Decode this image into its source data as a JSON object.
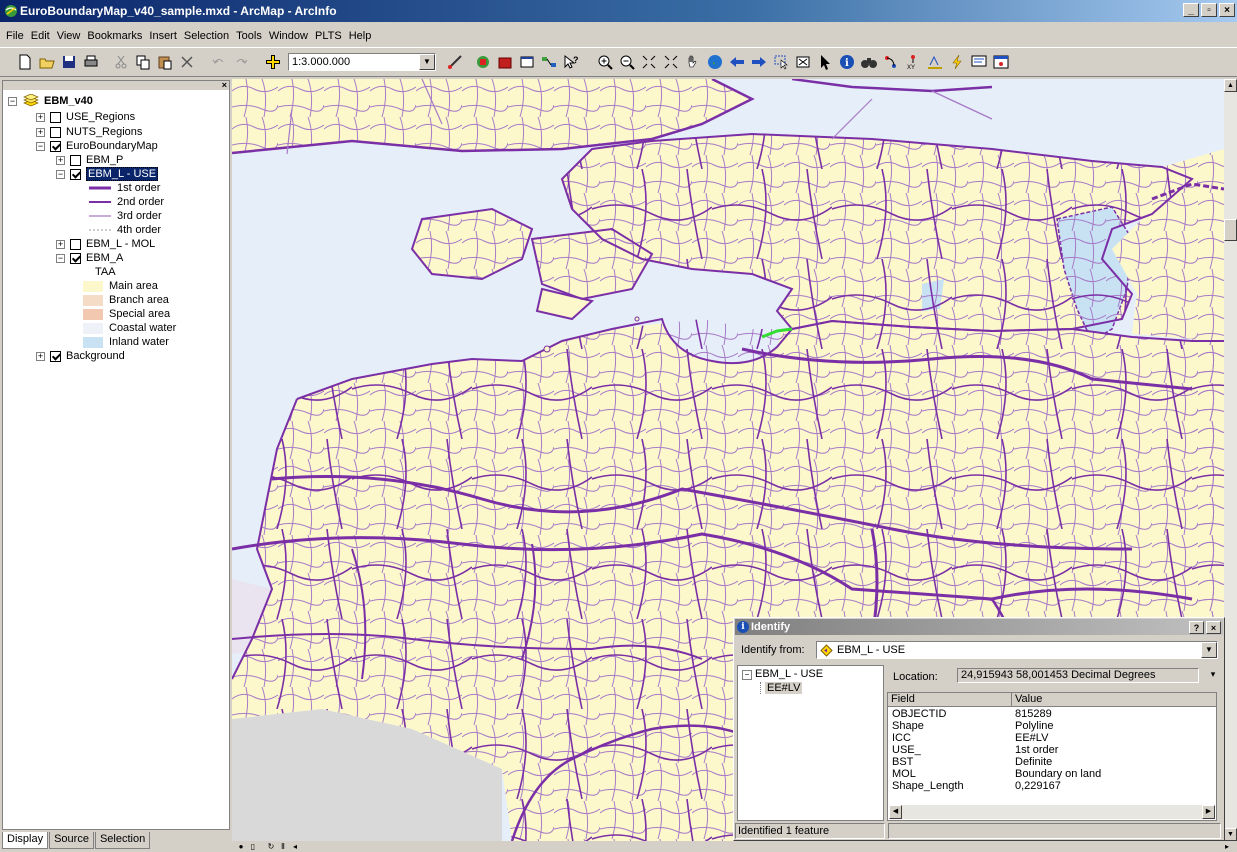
{
  "window": {
    "title": "EuroBoundaryMap_v40_sample.mxd - ArcMap - ArcInfo",
    "min": "_",
    "max": "▫",
    "close": "×"
  },
  "menu": [
    "File",
    "Edit",
    "View",
    "Bookmarks",
    "Insert",
    "Selection",
    "Tools",
    "Window",
    "PLTS",
    "Help"
  ],
  "toolbar": {
    "scale": "1:3.000.000"
  },
  "toc": {
    "root": "EBM_v40",
    "layers": {
      "use_regions": "USE_Regions",
      "nuts_regions": "NUTS_Regions",
      "ebm": "EuroBoundaryMap",
      "ebm_p": "EBM_P",
      "ebm_l_use": "EBM_L - USE",
      "order1": "1st order",
      "order2": "2nd order",
      "order3": "3rd order",
      "order4": "4th order",
      "ebm_l_mol": "EBM_L - MOL",
      "ebm_a": "EBM_A",
      "taa": "TAA",
      "main": "Main area",
      "branch": "Branch area",
      "special": "Special area",
      "coastal": "Coastal water",
      "inland": "Inland water",
      "background": "Background"
    },
    "tabs": [
      "Display",
      "Source",
      "Selection"
    ]
  },
  "colors": {
    "land": "#fcf8cc",
    "sea": "#e4eefa",
    "inland": "#c8e2f4",
    "boundary": "#7b2fa6",
    "boundary_light": "#a77ac7",
    "highlight": "#33dd33",
    "branch": "#f5dcc6",
    "special": "#f3c8b0"
  },
  "identify": {
    "title": "Identify",
    "from_label": "Identify from:",
    "from_value": "EBM_L - USE",
    "tree_layer": "EBM_L - USE",
    "tree_feature": "EE#LV",
    "location_label": "Location:",
    "location_value": "24,915943  58,001453 Decimal Degrees",
    "headers": [
      "Field",
      "Value"
    ],
    "rows": [
      [
        "OBJECTID",
        "815289"
      ],
      [
        "Shape",
        "Polyline"
      ],
      [
        "ICC",
        "EE#LV"
      ],
      [
        "USE_",
        "1st order"
      ],
      [
        "BST",
        "Definite"
      ],
      [
        "MOL",
        "Boundary on land"
      ],
      [
        "Shape_Length",
        "0,229167"
      ]
    ],
    "status": "Identified 1 feature",
    "help": "?",
    "close": "×"
  }
}
